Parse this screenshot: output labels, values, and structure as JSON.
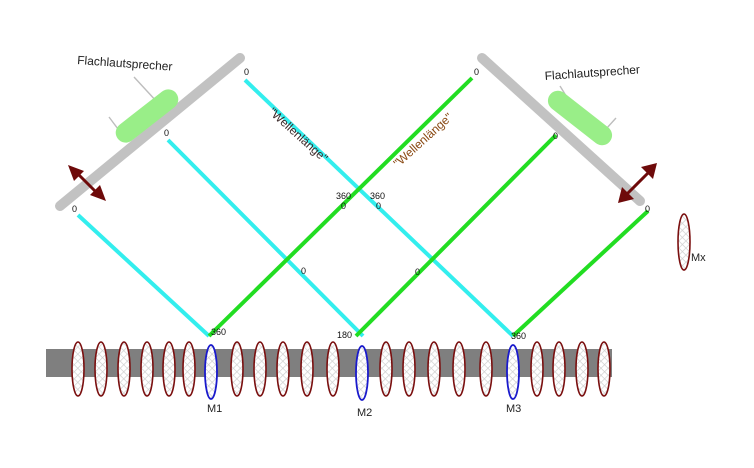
{
  "speakers": {
    "left_label": "Flachlautsprecher",
    "right_label": "Flachlautsprecher"
  },
  "wave_labels": {
    "cyan": "\"Wellenlänge\"",
    "green": "\"Wellenlänge\""
  },
  "degrees": {
    "left_top": "0",
    "left_mid": "0",
    "left_bottom": "0",
    "right_top": "0",
    "right_mid": "0",
    "right_bottom": "0",
    "cross_left_360": "360",
    "cross_left_0": "0",
    "cross_right_360": "360",
    "cross_right_0": "0",
    "mid_left_0": "0",
    "mid_right_0": "0",
    "m1_360": "360",
    "m2_180": "180",
    "m3_360": "360"
  },
  "magnets": {
    "m1": "M1",
    "m2": "M2",
    "m3": "M3",
    "mx": "Mx"
  },
  "colors": {
    "cyan_beam": "#33eeee",
    "green_beam": "#22dd22",
    "rail": "#7f7f7f",
    "panel": "#c2c2c2",
    "coil": "#7a0f0f",
    "highlight_coil": "#1a1acc",
    "arrow": "#6e0a0a",
    "speaker": "#99ee88"
  }
}
